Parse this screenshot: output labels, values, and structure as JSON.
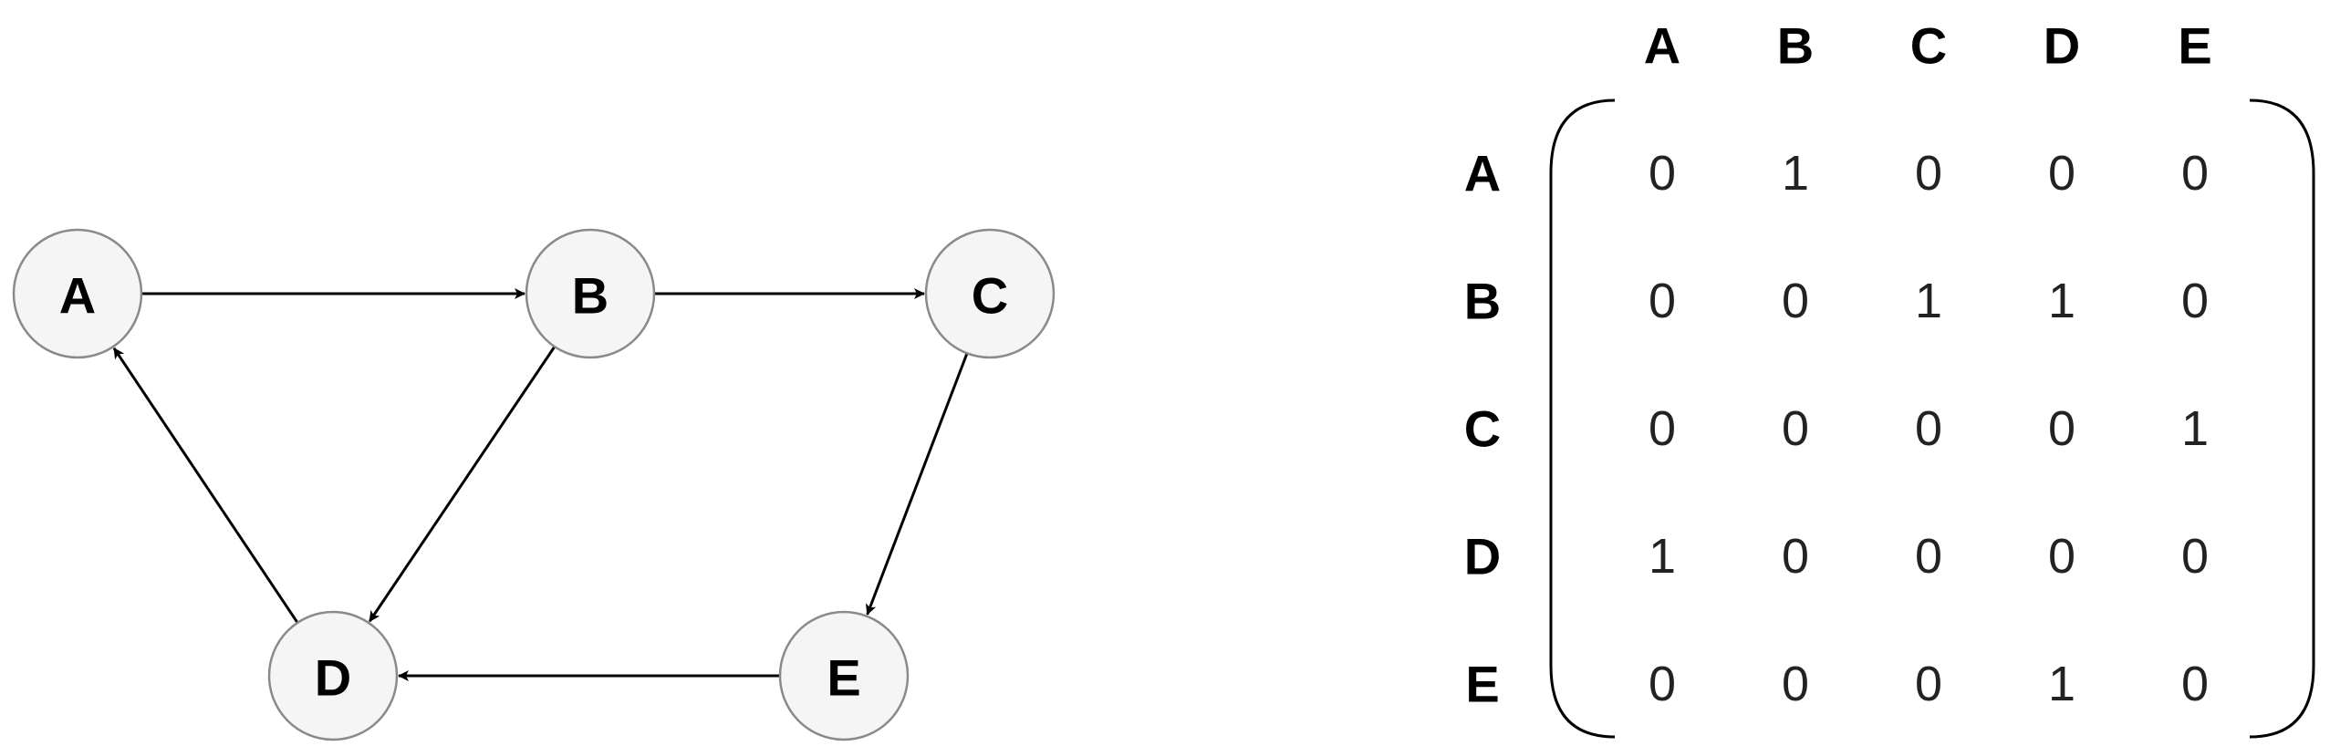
{
  "graph": {
    "nodes": [
      {
        "id": "A",
        "label": "A"
      },
      {
        "id": "B",
        "label": "B"
      },
      {
        "id": "C",
        "label": "C"
      },
      {
        "id": "D",
        "label": "D"
      },
      {
        "id": "E",
        "label": "E"
      }
    ],
    "edges": [
      {
        "from": "A",
        "to": "B"
      },
      {
        "from": "B",
        "to": "C"
      },
      {
        "from": "B",
        "to": "D"
      },
      {
        "from": "C",
        "to": "E"
      },
      {
        "from": "E",
        "to": "D"
      },
      {
        "from": "D",
        "to": "A"
      }
    ]
  },
  "matrix": {
    "column_labels": [
      "A",
      "B",
      "C",
      "D",
      "E"
    ],
    "row_labels": [
      "A",
      "B",
      "C",
      "D",
      "E"
    ],
    "rows": [
      [
        "0",
        "1",
        "0",
        "0",
        "0"
      ],
      [
        "0",
        "0",
        "1",
        "1",
        "0"
      ],
      [
        "0",
        "0",
        "0",
        "0",
        "1"
      ],
      [
        "1",
        "0",
        "0",
        "0",
        "0"
      ],
      [
        "0",
        "0",
        "0",
        "1",
        "0"
      ]
    ]
  },
  "colors": {
    "node_fill": "#f5f5f5",
    "node_stroke": "#8a8a8a",
    "edge": "#000000",
    "text": "#000000"
  }
}
